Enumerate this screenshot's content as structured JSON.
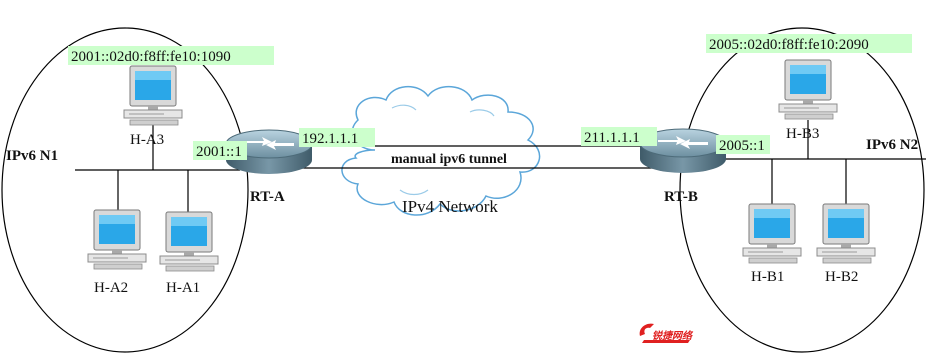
{
  "colors": {
    "highlight": "#ccffcc",
    "router": "#5e7f90",
    "logo": "#e02020",
    "line": "#000000"
  },
  "network_a": {
    "name": "IPv6 N1",
    "router": "RT-A",
    "router_ipv6": "2001::1",
    "router_ipv4": "192.1.1.1",
    "host_address": "2001::02d0:f8ff:fe10:1090",
    "hosts": [
      "H-A3",
      "H-A2",
      "H-A1"
    ]
  },
  "network_b": {
    "name": "IPv6 N2",
    "router": "RT-B",
    "router_ipv6": "2005::1",
    "router_ipv4": "211.1.1.1",
    "host_address": "2005::02d0:f8ff:fe10:2090",
    "hosts": [
      "H-B3",
      "H-B1",
      "H-B2"
    ]
  },
  "tunnel_label": "manual ipv6 tunnel",
  "cloud_label": "IPv4 Network",
  "icons": [
    "computer-icon",
    "router-icon",
    "cloud-icon",
    "watermark-logo"
  ]
}
